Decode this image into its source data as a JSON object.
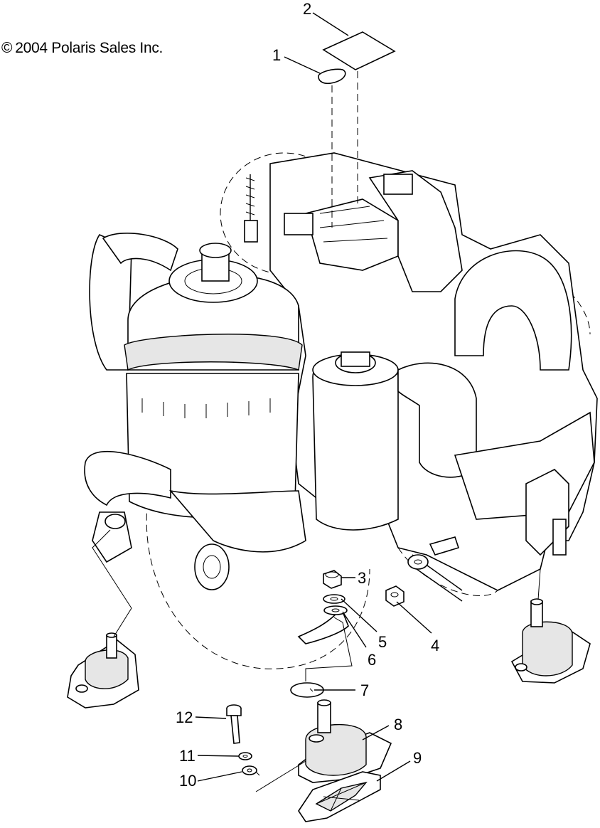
{
  "copyright": {
    "symbol": "©",
    "text": "2004 Polaris Sales Inc."
  },
  "callouts": [
    {
      "id": "1",
      "text": "1"
    },
    {
      "id": "2",
      "text": "2"
    },
    {
      "id": "3",
      "text": "3"
    },
    {
      "id": "4",
      "text": "4"
    },
    {
      "id": "5",
      "text": "5"
    },
    {
      "id": "6",
      "text": "6"
    },
    {
      "id": "7",
      "text": "7"
    },
    {
      "id": "8",
      "text": "8"
    },
    {
      "id": "9",
      "text": "9"
    },
    {
      "id": "10",
      "text": "10"
    },
    {
      "id": "11",
      "text": "11"
    },
    {
      "id": "12",
      "text": "12"
    }
  ]
}
